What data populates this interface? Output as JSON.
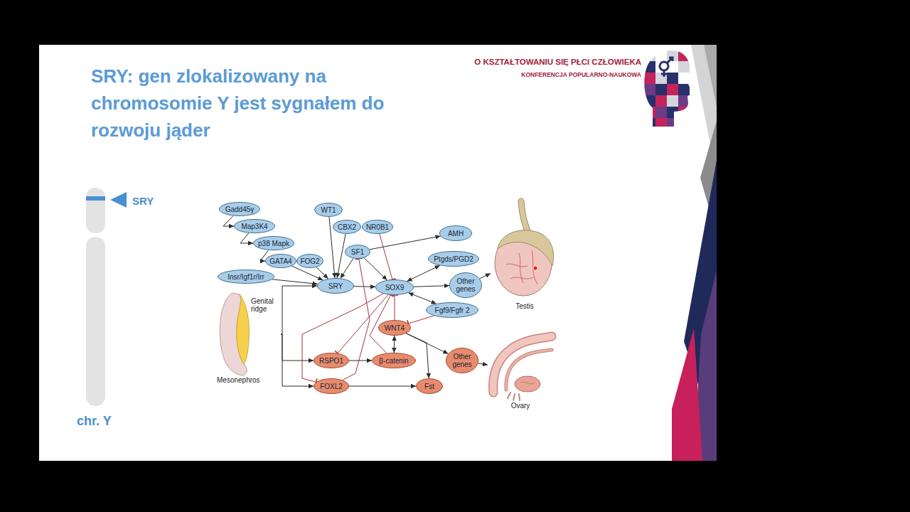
{
  "diagram": {
    "title": "SRY: gen zlokalizowany na chromosomie Y jest sygnałem do rozwoju jąder",
    "nodes": [
      {
        "text": [
          "Gadd45γ"
        ]
      },
      {
        "text": [
          "Map3K4"
        ]
      },
      {
        "text": [
          "p38 Mapk"
        ]
      },
      {
        "text": [
          "GATA4"
        ]
      },
      {
        "text": [
          "FOG2"
        ]
      },
      {
        "text": [
          "Insr/Igf1r/Irr"
        ]
      },
      {
        "text": [
          "WT1"
        ]
      },
      {
        "text": [
          "CBX2"
        ]
      },
      {
        "text": [
          "NR0B1"
        ]
      },
      {
        "text": [
          "SF1"
        ]
      },
      {
        "text": [
          "AMH"
        ]
      },
      {
        "text": [
          "Ptgds/PGD2"
        ]
      },
      {
        "text": [
          "Genital ridge",
          "Mesonephros"
        ]
      },
      {
        "text": [
          "SRY"
        ]
      },
      {
        "text": [
          "SOX9"
        ]
      },
      {
        "text": [
          "Other genes"
        ]
      },
      {
        "text": [
          "Testis"
        ]
      },
      {
        "text": [
          "Fgf9/Fgfr 2"
        ]
      },
      {
        "text": [
          "WNT4"
        ]
      },
      {
        "text": [
          "RSPO1"
        ]
      },
      {
        "text": [
          "β-catenin"
        ]
      },
      {
        "text": [
          "Other genes"
        ]
      },
      {
        "text": [
          "Ovary"
        ]
      },
      {
        "text": [
          "FOXL2"
        ]
      },
      {
        "text": [
          "Fst"
        ]
      }
    ],
    "edges": [
      {
        "from": 0,
        "to": 1,
        "arrow": "to"
      },
      {
        "from": 1,
        "to": 2,
        "arrow": "to"
      },
      {
        "from": 2,
        "to": 3,
        "arrow": "to"
      },
      {
        "from": 3,
        "to": 13,
        "arrow": "to"
      },
      {
        "from": 4,
        "to": 13,
        "arrow": "to"
      },
      {
        "from": 5,
        "to": 13,
        "arrow": "to"
      },
      {
        "from": 6,
        "to": 13,
        "arrow": "to"
      },
      {
        "from": 7,
        "to": 13,
        "arrow": "to"
      },
      {
        "from": 9,
        "to": 13,
        "arrow": "to"
      },
      {
        "from": 13,
        "to": 14,
        "arrow": "to"
      },
      {
        "from": 9,
        "to": 14,
        "arrow": "to"
      },
      {
        "from": 8,
        "to": 14,
        "arrow": "to"
      },
      {
        "from": 9,
        "to": 10,
        "arrow": "to"
      },
      {
        "from": 14,
        "to": 11,
        "arrow": "both"
      },
      {
        "from": 14,
        "to": 15,
        "arrow": "to"
      },
      {
        "from": 14,
        "to": 17,
        "arrow": "both"
      },
      {
        "from": 17,
        "to": 18,
        "arrow": "to"
      },
      {
        "from": 18,
        "to": 14,
        "arrow": "to"
      },
      {
        "from": 20,
        "to": 14,
        "arrow": "to"
      },
      {
        "from": 14,
        "to": 19,
        "arrow": "to"
      },
      {
        "from": 14,
        "to": 23,
        "arrow": "to"
      },
      {
        "from": 23,
        "to": 9,
        "arrow": "to"
      },
      {
        "from": 12,
        "to": 13,
        "arrow": "to"
      },
      {
        "from": 12,
        "to": 19,
        "arrow": "to"
      },
      {
        "from": 12,
        "to": 23,
        "arrow": "to"
      },
      {
        "from": 19,
        "to": 20,
        "arrow": "to"
      },
      {
        "from": 20,
        "to": 18,
        "arrow": "both"
      },
      {
        "from": 18,
        "to": 21,
        "arrow": "to"
      },
      {
        "from": 18,
        "to": 24,
        "arrow": "to"
      },
      {
        "from": 23,
        "to": 24,
        "arrow": "to"
      },
      {
        "from": 15,
        "to": 16,
        "arrow": "to"
      },
      {
        "from": 21,
        "to": 22,
        "arrow": "to"
      }
    ],
    "labels": [
      "O KSZTAŁTOWANIU SIĘ PŁCI CZŁOWIEKA",
      "KONFERENCJA POPULARNO-NAUKOWA",
      "SRY",
      "chr. Y"
    ]
  }
}
